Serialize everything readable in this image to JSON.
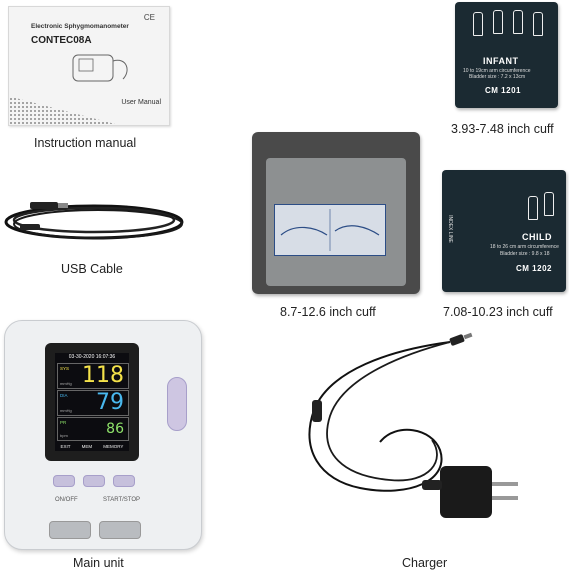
{
  "captions": {
    "manual": "Instruction manual",
    "usb": "USB Cable",
    "main_unit": "Main unit",
    "adult_cuff": "8.7-12.6 inch cuff",
    "infant_cuff": "3.93-7.48 inch cuff",
    "child_cuff": "7.08-10.23 inch cuff",
    "charger": "Charger"
  },
  "manual": {
    "subtitle": "Electronic Sphygmomanometer",
    "model": "CONTEC08A",
    "ce": "CE",
    "label": "User Manual"
  },
  "infant_cuff": {
    "title": "INFANT",
    "line1": "10 to 19cm arm circumference",
    "line2": "Bladder size : 7.2 x 13cm",
    "model": "CM 1201"
  },
  "child_cuff": {
    "title": "CHILD",
    "side": "INDEX LINE",
    "line1": "18 to 26 cm arm circumference",
    "line2": "Bladder size : 9.8 x 18",
    "model": "CM 1202"
  },
  "device": {
    "datetime": "03-30-2020 16:07:36",
    "rows": [
      {
        "label": "SYS",
        "unit": "mmHg",
        "value": "118",
        "color": "#f4e24a"
      },
      {
        "label": "DIA",
        "unit": "mmHg",
        "value": "79",
        "color": "#49b8ee"
      },
      {
        "label": "PR",
        "unit": "bpm",
        "value": "86",
        "color": "#8fe36a"
      }
    ],
    "bottom": [
      "EXIT",
      "MEM",
      "MEMORY"
    ],
    "on_off": "ON/OFF",
    "start_stop": "START/STOP"
  }
}
